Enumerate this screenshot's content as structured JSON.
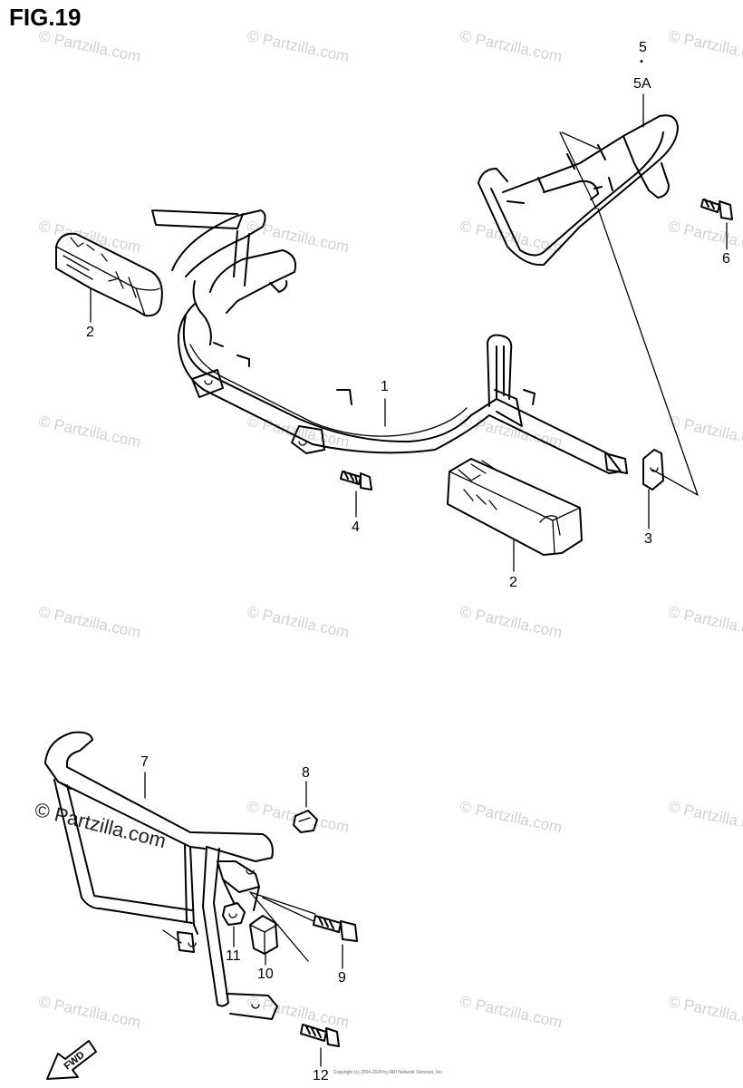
{
  "figure": {
    "title": "FIG.19"
  },
  "watermark": {
    "text": "© Partzilla.com",
    "prominent_text": "© Partzilla.com"
  },
  "callouts": {
    "c1": "1",
    "c2a": "2",
    "c2b": "2",
    "c3": "3",
    "c4": "4",
    "c5": "5",
    "c5dot": "•",
    "c5a": "5A",
    "c6": "6",
    "c7": "7",
    "c8": "8",
    "c9": "9",
    "c10": "10",
    "c11": "11",
    "c12": "12"
  },
  "fwd_label": "FWD",
  "footer_note": "Copyright (c) 2004-2024 by ARI Network Services, Inc."
}
